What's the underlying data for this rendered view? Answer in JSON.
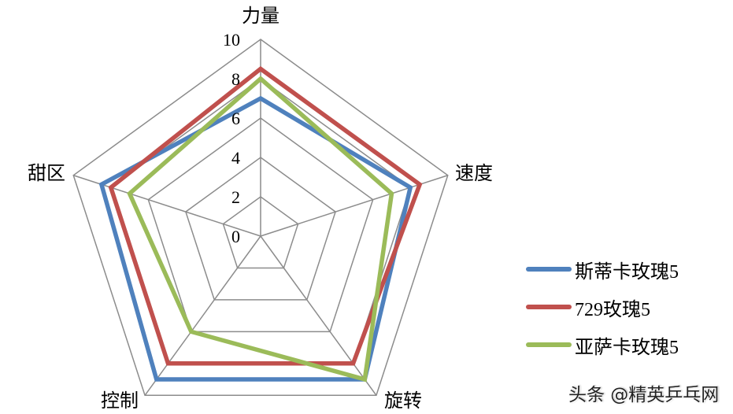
{
  "chart_data": {
    "type": "radar",
    "title": "",
    "categories": [
      "力量",
      "速度",
      "旋转",
      "控制",
      "甜区"
    ],
    "series": [
      {
        "name": "斯蒂卡玫瑰5",
        "color": "#4F81BD",
        "values": [
          7,
          8,
          9,
          9,
          8.5
        ]
      },
      {
        "name": "729玫瑰5",
        "color": "#C0504D",
        "values": [
          8.5,
          8.5,
          8,
          8,
          8
        ]
      },
      {
        "name": "亚萨卡玫瑰5",
        "color": "#9BBB59",
        "values": [
          8,
          7,
          9,
          6,
          7
        ]
      }
    ],
    "radial_ticks": [
      "0",
      "2",
      "4",
      "6",
      "8",
      "10"
    ],
    "rlim": [
      0,
      10
    ],
    "grid": true,
    "legend_position": "right"
  },
  "watermark": "头条 @精英乒乓网"
}
